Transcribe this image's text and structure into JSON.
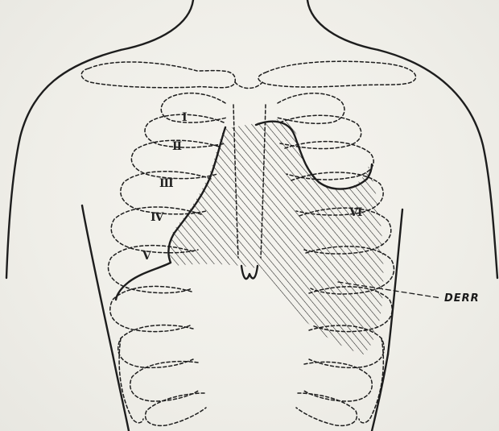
{
  "figure": {
    "rib_labels": [
      "I",
      "II",
      "III",
      "IV",
      "V",
      "VI"
    ],
    "callout_label": "DERR"
  },
  "colors": {
    "ink": "#1d1d1d",
    "paper": "#f2f1ec"
  }
}
